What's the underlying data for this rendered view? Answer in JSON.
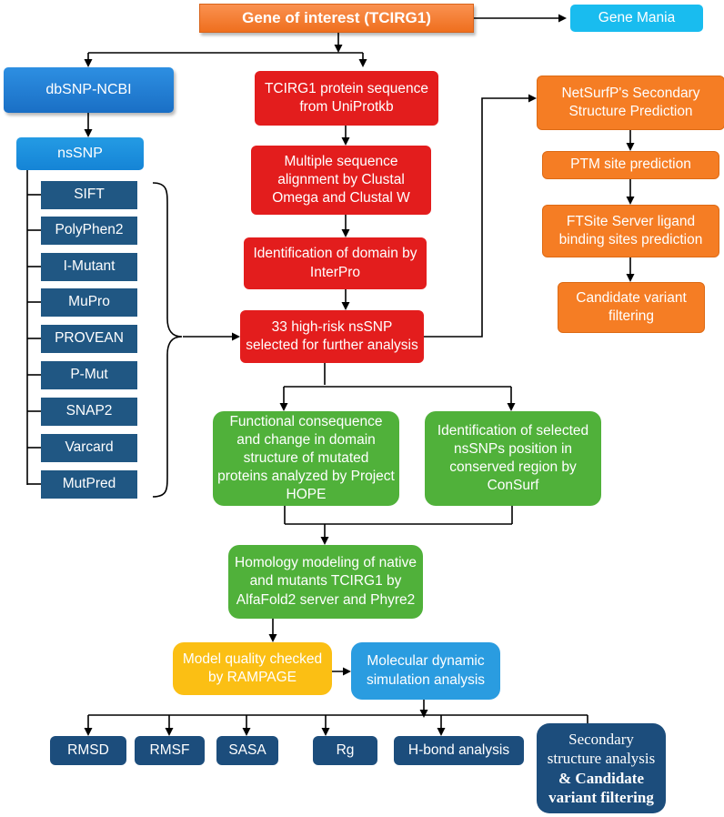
{
  "nodes": {
    "gene_of_interest": "Gene of interest (TCIRG1)",
    "gene_mania": "Gene Mania",
    "dbsnp": "dbSNP-NCBI",
    "nssnp": "nsSNP",
    "tools": [
      "SIFT",
      "PolyPhen2",
      "I-Mutant",
      "MuPro",
      "PROVEAN",
      "P-Mut",
      "SNAP2",
      "Varcard",
      "MutPred"
    ],
    "protein_sequence": "TCIRG1 protein sequence from UniProtkb",
    "msa": "Multiple sequence alignment by Clustal Omega and Clustal W",
    "domain_id": "Identification of domain by InterPro",
    "high_risk": "33 high-risk nsSNP selected for further analysis",
    "netsurfp": "NetSurfP's Secondary Structure Prediction",
    "ptm": "PTM site prediction",
    "ftsite": "FTSite Server ligand binding sites prediction",
    "candidate_filter": "Candidate variant filtering",
    "functional": "Functional consequence and change in domain structure of mutated proteins analyzed by Project HOPE",
    "consurf": "Identification of selected nsSNPs position in conserved region by ConSurf",
    "homology": "Homology modeling of native and mutants TCIRG1 by AlfaFold2 server and Phyre2",
    "model_quality": "Model quality checked by RAMPAGE",
    "md_sim": "Molecular dynamic simulation analysis",
    "analyses": [
      "RMSD",
      "RMSF",
      "SASA",
      "Rg",
      "H-bond analysis"
    ],
    "secondary_analysis": "Secondary structure analysis",
    "secondary_amp": "&",
    "secondary_bold": "Candidate variant filtering"
  },
  "colors": {
    "orange": "#f57d24",
    "red": "#e31d1d",
    "green": "#50b13a",
    "yellow": "#fbbf14",
    "cyan": "#19bcef",
    "blue": "#1a6fc5",
    "navy": "#1c4d7c"
  }
}
